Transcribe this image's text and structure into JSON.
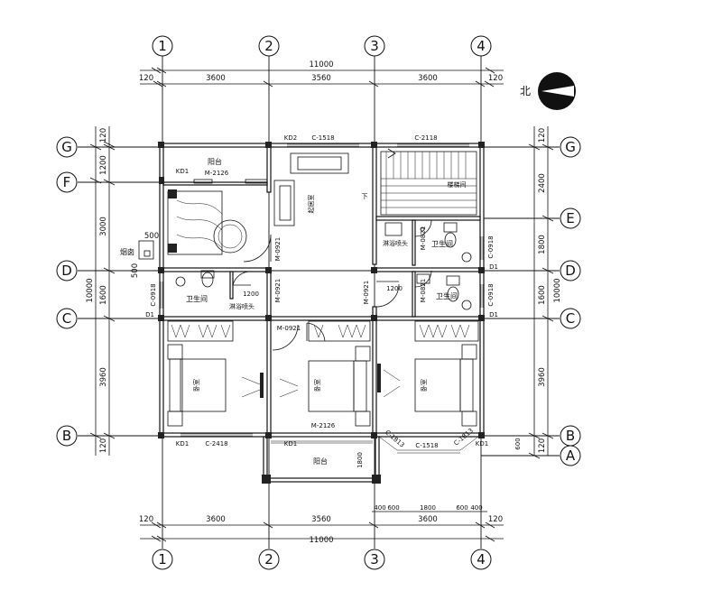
{
  "axes": {
    "vertical": [
      "1",
      "2",
      "3",
      "4"
    ],
    "horizontal": [
      "G",
      "F",
      "E",
      "D",
      "C",
      "B",
      "A"
    ]
  },
  "dimensions": {
    "top_total": "11000",
    "top_segments": [
      "120",
      "3600",
      "3560",
      "3600",
      "120"
    ],
    "bottom_total": "11000",
    "bottom_segments": [
      "120",
      "3600",
      "3560",
      "3600",
      "120"
    ],
    "bottom_detail": [
      "400",
      "600",
      "1800",
      "600",
      "400"
    ],
    "left_total": "10000",
    "left_segments": [
      "120",
      "1200",
      "3000",
      "1600",
      "3960",
      "120"
    ],
    "left_extra": [
      "500",
      "500"
    ],
    "right_total": "10000",
    "right_segments": [
      "120",
      "2400",
      "1800",
      "1600",
      "3960",
      "120"
    ],
    "right_extra": [
      "600"
    ]
  },
  "north": {
    "label": "北"
  },
  "rooms": {
    "balcony_top": "阳台",
    "balcony_bottom": "阳台",
    "bath_left": "卫生间",
    "bath_right_top": "卫生间",
    "bath_right_bottom": "卫生间",
    "stair": "楼梯间",
    "lobby": "起居室",
    "bed_left": "卧室",
    "bed_mid": "卧室",
    "bed_right": "卧室",
    "chimney": "烟囱",
    "stair_down": "下"
  },
  "labels": {
    "kd1": "KD1",
    "kd2": "KD2",
    "d1": "D1",
    "win_c1518": "C-1518",
    "win_c2118": "C-2118",
    "win_c2418": "C-2418",
    "win_c0918": "C-0918",
    "win_c1813": "C-1813",
    "door_m2126": "M-2126",
    "door_m0921": "M-0921",
    "door_m0821": "M-0821",
    "n1200": "1200",
    "n1800": "1800",
    "shower": "淋浴喷头"
  }
}
